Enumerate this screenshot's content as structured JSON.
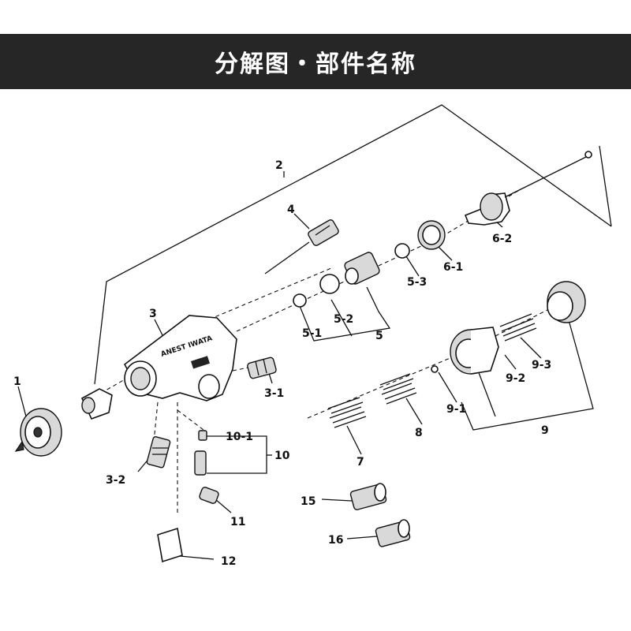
{
  "header": {
    "title": "分解图・部件名称"
  },
  "labels": {
    "l1": "1",
    "l2": "2",
    "l3": "3",
    "l3_1": "3-1",
    "l3_2": "3-2",
    "l4": "4",
    "l5": "5",
    "l5_1": "5-1",
    "l5_2": "5-2",
    "l5_3": "5-3",
    "l6_1": "6-1",
    "l6_2": "6-2",
    "l7": "7",
    "l8": "8",
    "l9": "9",
    "l9_1": "9-1",
    "l9_2": "9-2",
    "l9_3": "9-3",
    "l10": "10",
    "l10_1": "10-1",
    "l11": "11",
    "l12": "12",
    "l15": "15",
    "l16": "16"
  },
  "colors": {
    "header_bg": "#262626",
    "header_text": "#ffffff",
    "line": "#111111"
  }
}
